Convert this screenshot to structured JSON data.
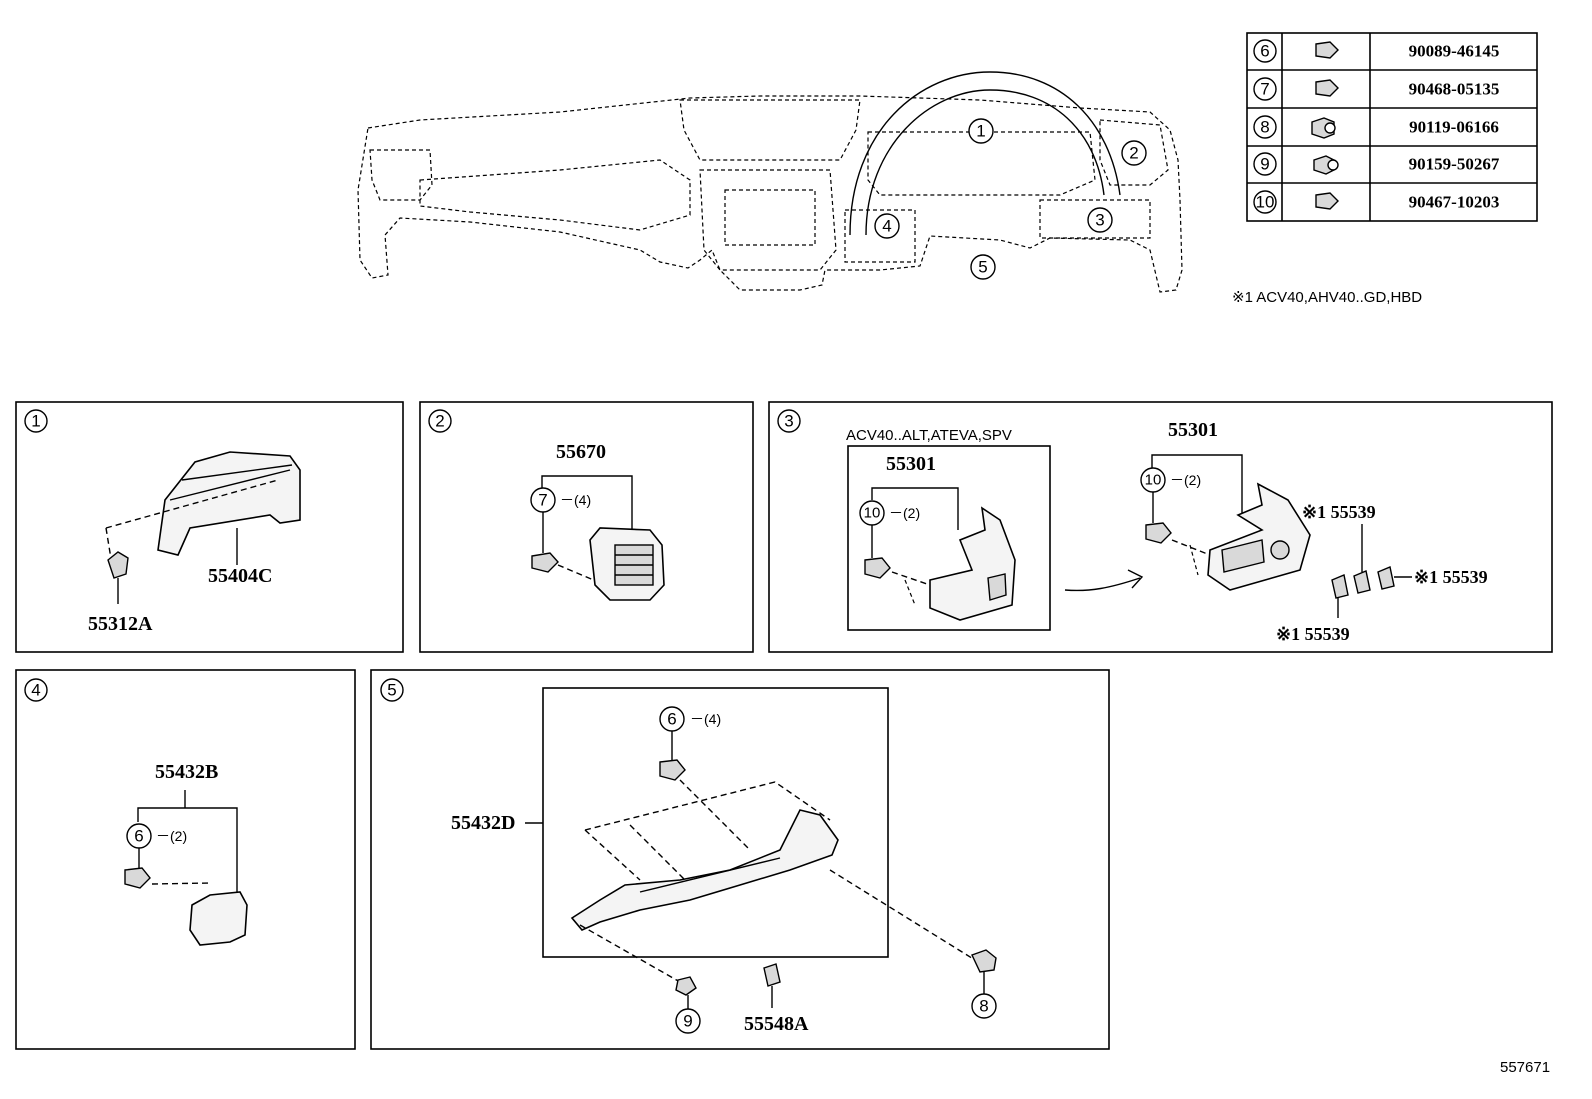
{
  "fastener_table": [
    {
      "ref": "6",
      "part_no": "90089-46145"
    },
    {
      "ref": "7",
      "part_no": "90468-05135"
    },
    {
      "ref": "8",
      "part_no": "90119-06166"
    },
    {
      "ref": "9",
      "part_no": "90159-50267"
    },
    {
      "ref": "10",
      "part_no": "90467-10203"
    }
  ],
  "overview_callouts": [
    "1",
    "2",
    "3",
    "4",
    "5"
  ],
  "footnote": "※1 ACV40,AHV40..GD,HBD",
  "panel1": {
    "ref": "1",
    "parts": [
      "55404C",
      "55312A"
    ]
  },
  "panel2": {
    "ref": "2",
    "part": "55670",
    "fastener": "7",
    "qty": "－(4)"
  },
  "panel3": {
    "ref": "3",
    "variant_label": "ACV40..ALT,ATEVA,SPV",
    "inset_part": "55301",
    "inset_fastener": "10",
    "inset_qty": "－(2)",
    "main_part": "55301",
    "main_fastener": "10",
    "main_qty": "－(2)",
    "cap_top": "※1 55539",
    "cap_right": "※1 55539",
    "cap_bottom": "※1 55539"
  },
  "panel4": {
    "ref": "4",
    "part": "55432B",
    "fastener": "6",
    "qty": "－(2)"
  },
  "panel5": {
    "ref": "5",
    "part": "55432D",
    "fastener_top": "6",
    "qty_top": "－(4)",
    "bolt_left": "9",
    "clip": "55548A",
    "bolt_right": "8"
  },
  "diagram_id": "557671"
}
